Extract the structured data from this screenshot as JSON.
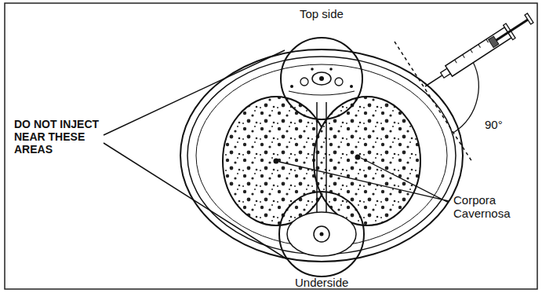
{
  "diagram": {
    "labels": [
      "Top side",
      "DO NOT INJECT NEAR THESE AREAS",
      "90°",
      "Corpora Cavernosa",
      "Underside"
    ]
  }
}
